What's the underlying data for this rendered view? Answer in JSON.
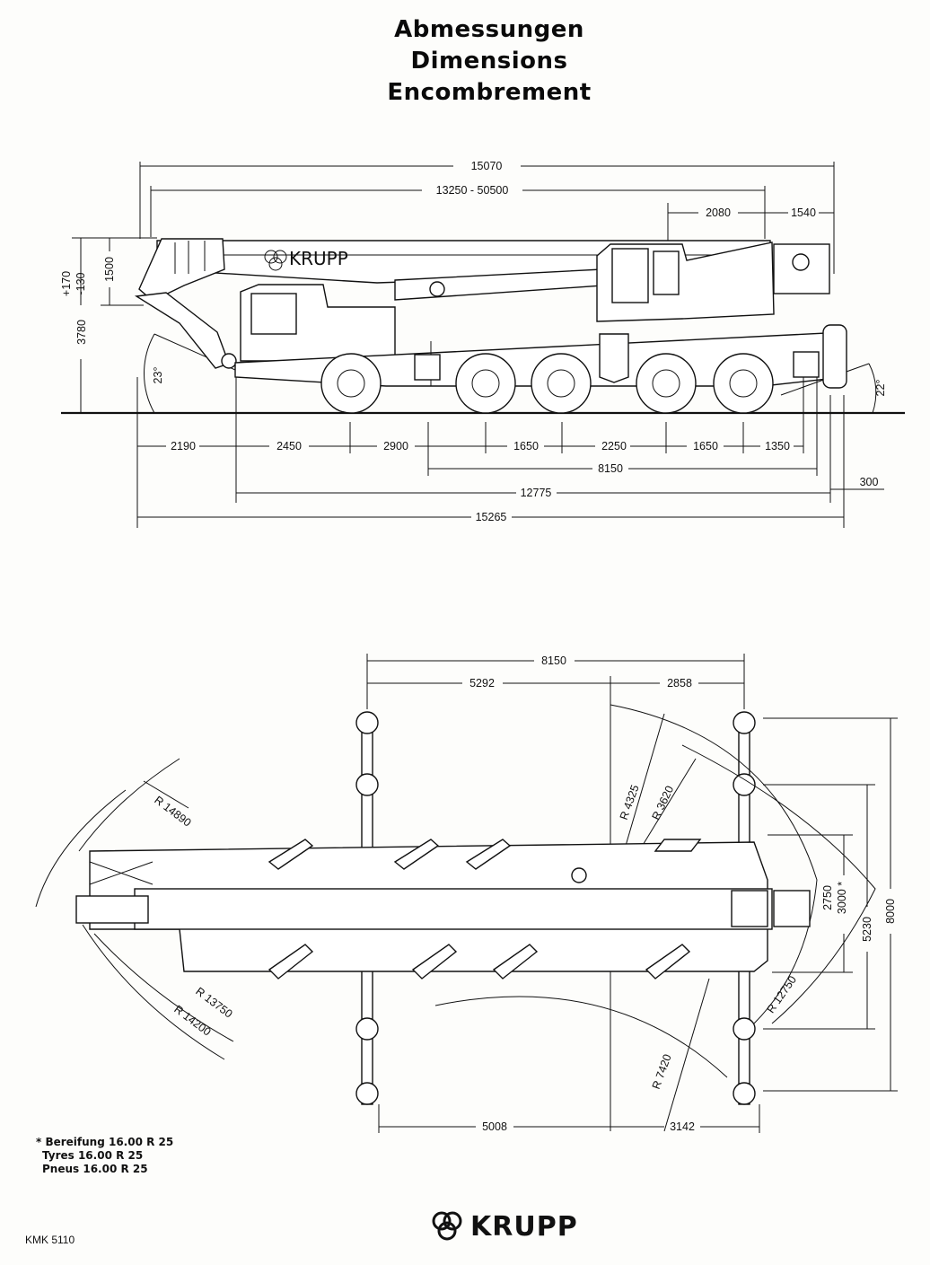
{
  "title": {
    "de": "Abmessungen",
    "en": "Dimensions",
    "fr": "Encombrement"
  },
  "brand": "KRUPP",
  "side_view": {
    "overall_top": "15070",
    "boom_length": "13250 - 50500",
    "upper_dims": [
      "2080",
      "1540"
    ],
    "height_total": "3780",
    "height_tol": "+170\n-130",
    "height_tol_plus": "+170",
    "height_tol_minus": "-130",
    "height_boom": "1500",
    "angle_front": "23°",
    "angle_rear": "22°",
    "axle_dims": [
      "2190",
      "2450",
      "2900",
      "1650",
      "2250",
      "1650",
      "1350"
    ],
    "wheelbase": "8150",
    "length_12775": "12775",
    "length_15265": "15265",
    "rear_300": "300"
  },
  "top_view": {
    "outrigger_span": "8150",
    "top_dims": [
      "5292",
      "2858"
    ],
    "radii": [
      "R 14890",
      "R 13750",
      "R 14200",
      "R 4325",
      "R 3620",
      "R 12750",
      "R 7420"
    ],
    "width_dims": [
      "2750",
      "3000 *",
      "5230",
      "8000"
    ],
    "bottom_dims": [
      "5008",
      "3142"
    ]
  },
  "footnote": {
    "de": "* Bereifung 16.00 R 25",
    "en": "Tyres  16.00 R 25",
    "fr": "Pneus 16.00 R 25"
  },
  "model": "KMK 5110"
}
